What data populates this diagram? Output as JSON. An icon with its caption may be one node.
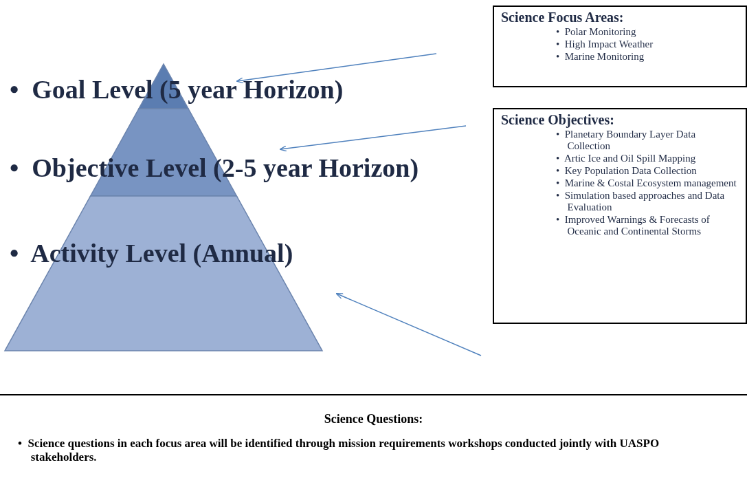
{
  "diagram": {
    "nodes": [
      {
        "text": [
          "•  Goal Level (5 year Horizon)"
        ]
      },
      {
        "text": [
          "•  Objective Level (2-5 year Horizon)"
        ]
      },
      {
        "text": [
          "•  Activity Level (Annual)"
        ]
      },
      {
        "text": [
          "Science Focus Areas:",
          "•  Polar Monitoring",
          "•  High Impact Weather",
          "•  Marine Monitoring"
        ]
      },
      {
        "text": [
          "Science Objectives:",
          "•  Planetary Boundary Layer Data Collection",
          "•  Artic Ice and Oil Spill Mapping",
          "•  Key Population Data Collection",
          "•  Marine & Costal Ecosystem management",
          "•  Simulation based approaches and Data Evaluation",
          "•  Improved Warnings & Forecasts of Oceanic and Continental Storms"
        ]
      },
      {
        "text": [
          "Science Questions:",
          "•  Science questions in each focus area will be identified through mission requirements workshops conducted jointly with UASPO stakeholders."
        ]
      }
    ],
    "edges": [
      {
        "from": null,
        "to": 0,
        "arrow": "to"
      },
      {
        "from": null,
        "to": 1,
        "arrow": "to"
      },
      {
        "from": null,
        "to": 2,
        "arrow": "to"
      }
    ]
  }
}
